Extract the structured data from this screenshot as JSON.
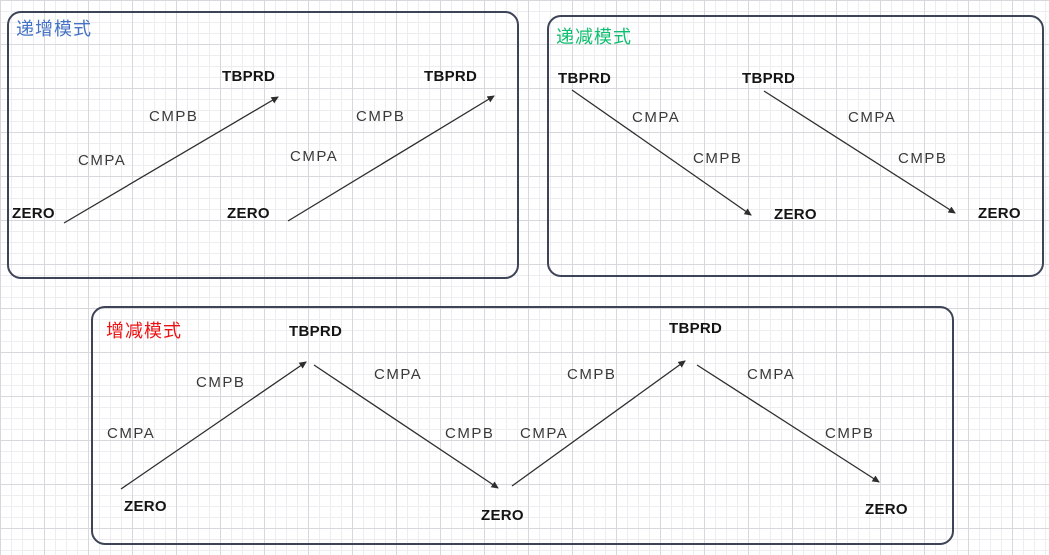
{
  "diagram": {
    "panels": [
      {
        "id": "increment",
        "title": "递增模式",
        "title_color": "#4472C4",
        "labels": {
          "zero1": "ZERO",
          "cmpa1": "CMPA",
          "cmpb1": "CMPB",
          "tbprd1": "TBPRD",
          "zero2": "ZERO",
          "cmpa2": "CMPA",
          "cmpb2": "CMPB",
          "tbprd2": "TBPRD"
        }
      },
      {
        "id": "decrement",
        "title": "递减模式",
        "title_color": "#0DBF6E",
        "labels": {
          "tbprd1": "TBPRD",
          "cmpa1": "CMPA",
          "cmpb1": "CMPB",
          "zero1": "ZERO",
          "tbprd2": "TBPRD",
          "cmpa2": "CMPA",
          "cmpb2": "CMPB",
          "zero2": "ZERO"
        }
      },
      {
        "id": "updown",
        "title": "增减模式",
        "title_color": "#EE1111",
        "labels": {
          "zero1": "ZERO",
          "cmpa1": "CMPA",
          "cmpb1": "CMPB",
          "tbprd1": "TBPRD",
          "cmpa2": "CMPA",
          "cmpb2": "CMPB",
          "zero2": "ZERO",
          "cmpa3": "CMPA",
          "cmpb3": "CMPB",
          "tbprd2": "TBPRD",
          "cmpa4": "CMPA",
          "cmpb4": "CMPB",
          "zero3": "ZERO"
        }
      }
    ],
    "colors": {
      "panel_border": "#3E4457",
      "arrow": "#2E2E2E",
      "label_text": "#3A3A3A",
      "node_text": "#141414"
    }
  }
}
